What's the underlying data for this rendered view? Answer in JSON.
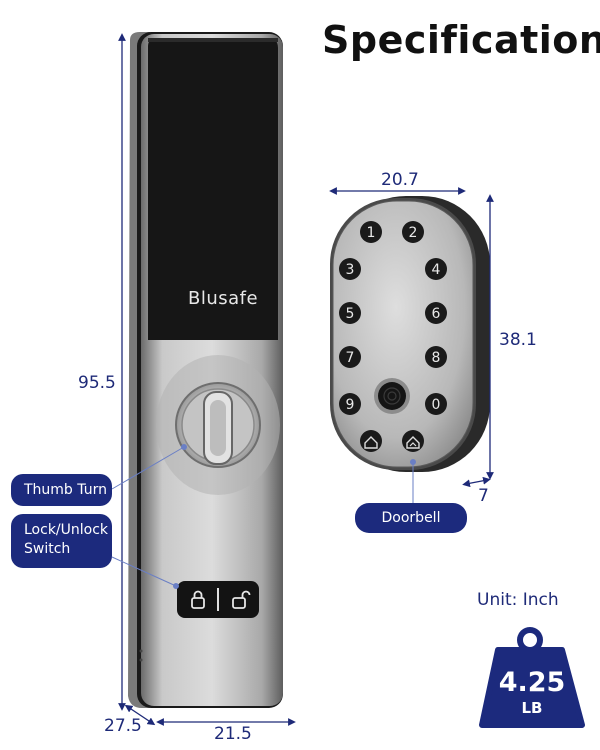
{
  "title": "Specification",
  "brand": "Blusafe",
  "dimensions": {
    "lock_height": "95.5",
    "lock_depth": "27.5",
    "lock_width": "21.5",
    "keypad_width": "20.7",
    "keypad_height": "38.1",
    "keypad_depth": "7"
  },
  "callouts": {
    "thumb_turn": "Thumb Turn",
    "lock_unlock_line1": "Lock/Unlock",
    "lock_unlock_line2": "Switch",
    "doorbell": "Doorbell"
  },
  "keypad_digits": [
    "1",
    "2",
    "3",
    "4",
    "5",
    "6",
    "7",
    "8",
    "9",
    "0"
  ],
  "unit_label": "Unit: Inch",
  "weight": {
    "value": "4.25",
    "unit": "LB"
  },
  "colors": {
    "accent": "#1c2a7d",
    "dimension": "#1e2a78"
  }
}
